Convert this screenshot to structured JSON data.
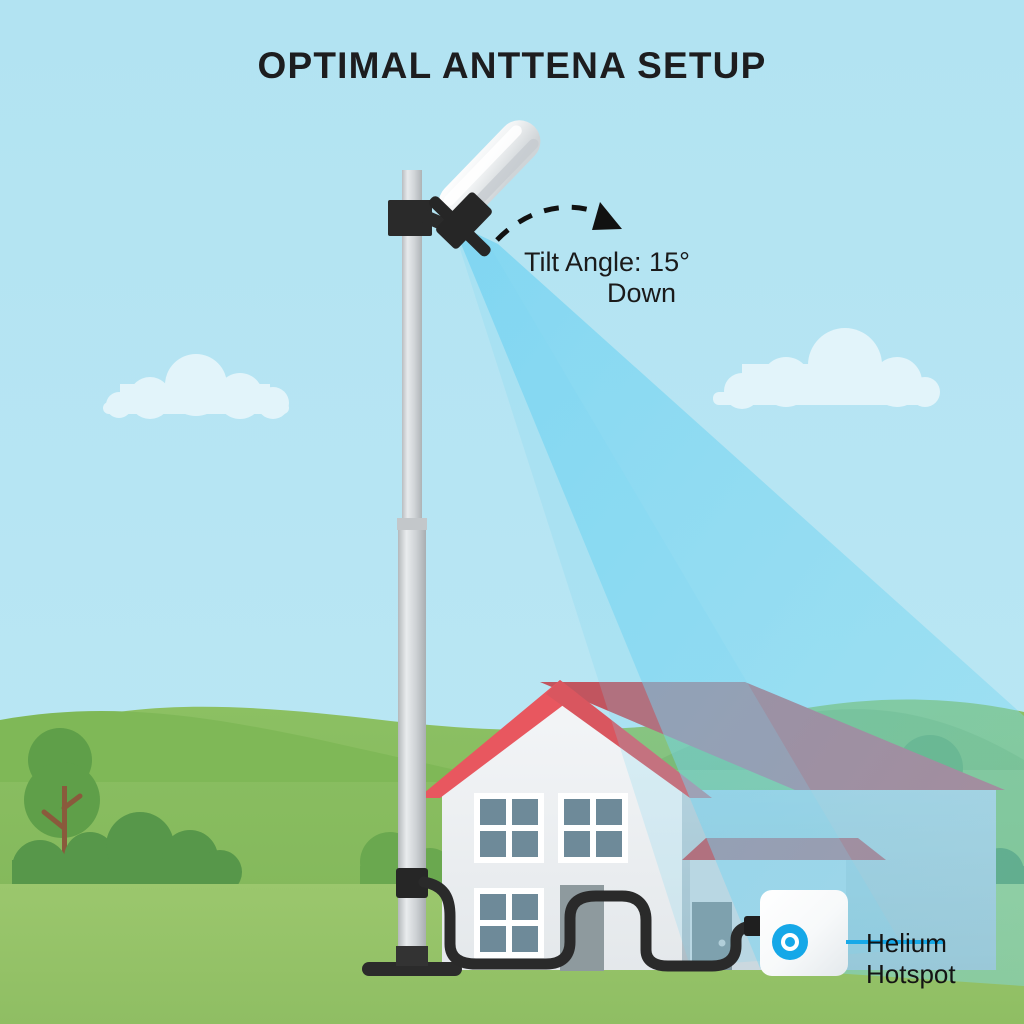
{
  "illustration": {
    "title": "OPTIMAL ANTTENA SETUP",
    "background": {
      "sky_color": "#b4e4f3",
      "hill_color": "#7fb556",
      "hill_back_color": "#8cbe63",
      "grass_color": "#93c166",
      "grass_front_color": "#9cc86e",
      "cloud_color": "#e3f5fa"
    },
    "labels": {
      "tilt_angle_line1": "Tilt Angle: 15°",
      "tilt_angle_line2": "Down",
      "hotspot_line1": "Helium",
      "hotspot_line2": "Hotspot"
    },
    "values": {
      "tilt_angle_degrees": "15°",
      "tilt_direction": "Down"
    },
    "elements": {
      "antenna_label": "antenna",
      "antenna_color": "#f4f6f7",
      "mount_color": "#262626",
      "pole_label": "mast pole",
      "pole_color": "#d2d5d7",
      "pole_base_color": "#2b2b2b",
      "beam_label": "signal beam",
      "beam_color": "#74d2f0",
      "cable_label": "coaxial cable",
      "cable_color": "#2a2a2a",
      "arc_label": "tilt angle arc",
      "arc_color": "#111111",
      "house_wall_color": "#eef1f3",
      "house_side_color": "#b8c7cf",
      "roof_color": "#d9565f",
      "roof_shadow_color": "#bf5560",
      "window_color": "#6e8a99",
      "door_color": "#8e9a9e",
      "hotspot_body_color": "#fbfcfc",
      "hotspot_ring_color": "#15a8e8",
      "leader_line_color": "#17a9e8",
      "tree_canopy_color": "#5c9a48",
      "tree_trunk_color": "#8a5a3c"
    }
  }
}
